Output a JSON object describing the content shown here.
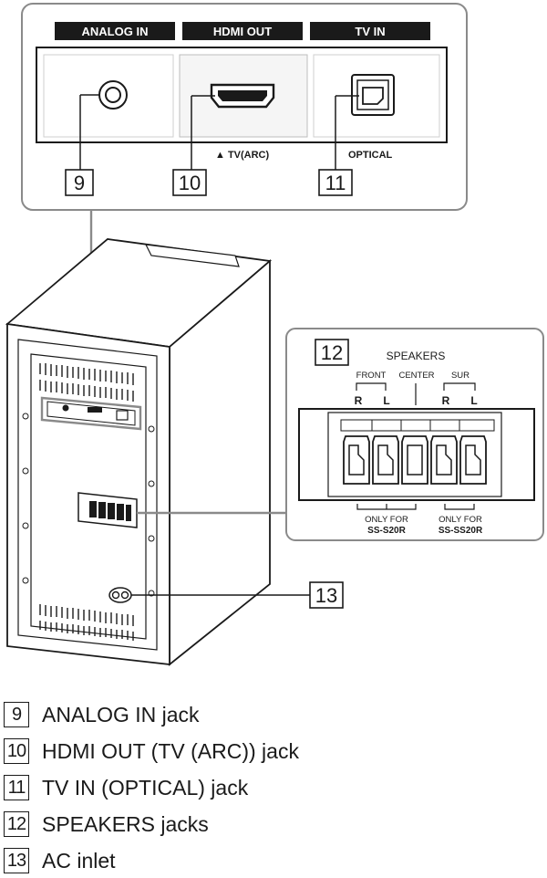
{
  "panel": {
    "tabs": {
      "analog": "ANALOG IN",
      "hdmi": "HDMI OUT",
      "tvin": "TV IN"
    },
    "tv_arc_label": "▲ TV(ARC)",
    "optical_label": "OPTICAL"
  },
  "speakers": {
    "title": "SPEAKERS",
    "front": "FRONT",
    "center": "CENTER",
    "sur": "SUR",
    "r": "R",
    "l": "L",
    "only_for": "ONLY FOR",
    "model_a": "SS-S20R",
    "model_b": "SS-SS20R"
  },
  "callouts": [
    "9",
    "10",
    "11",
    "12",
    "13"
  ],
  "legend": [
    {
      "num": "9",
      "text": "ANALOG IN jack"
    },
    {
      "num": "10",
      "text": "HDMI OUT (TV (ARC)) jack"
    },
    {
      "num": "11",
      "text": "TV IN (OPTICAL) jack"
    },
    {
      "num": "12",
      "text": "SPEAKERS jacks"
    },
    {
      "num": "13",
      "text": "AC inlet"
    }
  ]
}
